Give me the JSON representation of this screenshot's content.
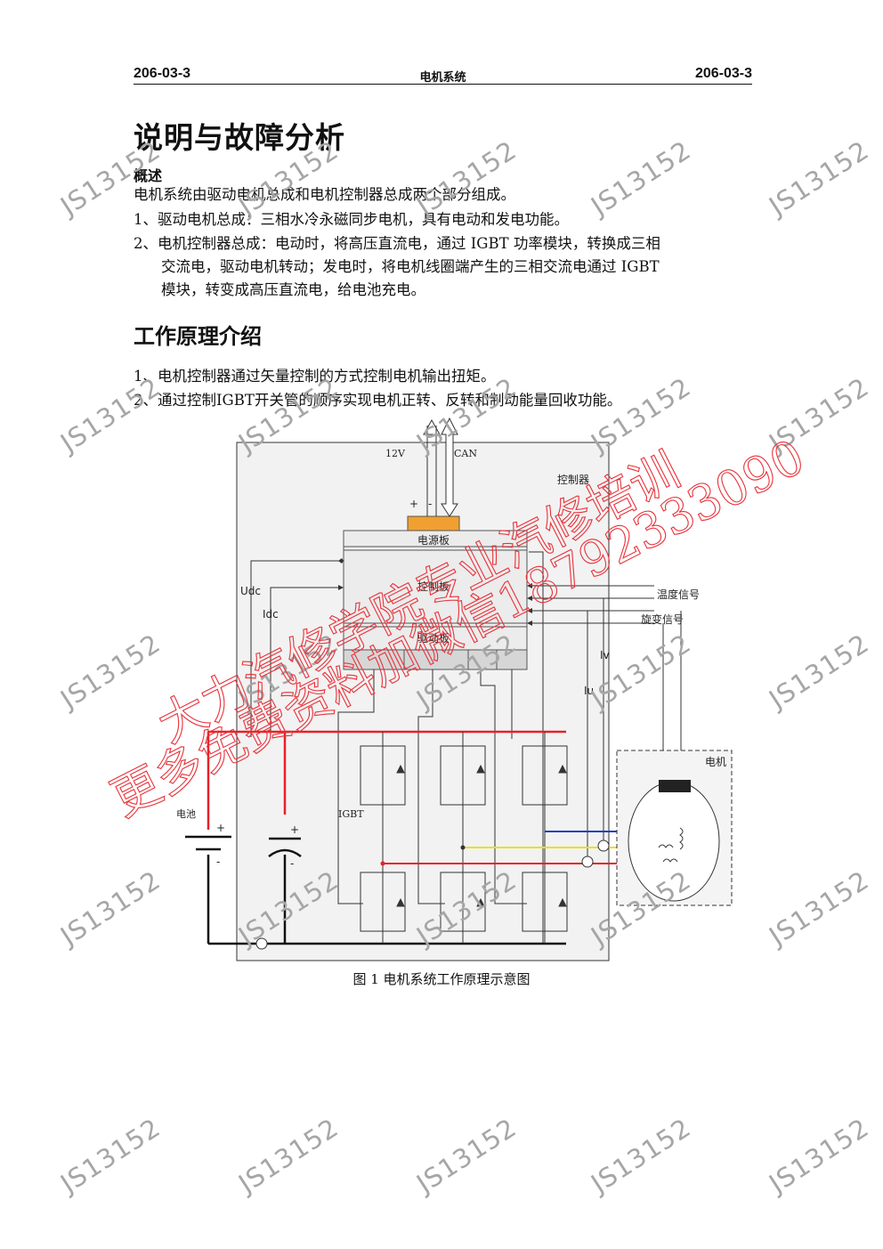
{
  "header": {
    "left": "206-03-3",
    "center": "电机系统",
    "right": "206-03-3"
  },
  "title": "说明与故障分析",
  "overview": {
    "heading": "概述",
    "intro": "电机系统由驱动电机总成和电机控制器总成两个部分组成。",
    "item1": "1、驱动电机总成：三相水冷永磁同步电机，具有电动和发电功能。",
    "item2_l1": "2、电机控制器总成：电动时，将高压直流电，通过 IGBT 功率模块，转换成三相",
    "item2_l2": "交流电，驱动电机转动；发电时，将电机线圈端产生的三相交流电通过 IGBT",
    "item2_l3": "模块，转变成高压直流电，给电池充电。"
  },
  "principle": {
    "heading": "工作原理介绍",
    "item1": "1、电机控制器通过矢量控制的方式控制电机输出扭矩。",
    "item2": "2、通过控制IGBT开关管的顺序实现电机正转、反转和制动能量回收功能。"
  },
  "diagram": {
    "label_12v": "12V",
    "label_can": "CAN",
    "label_plus": "+",
    "label_minus": "-",
    "label_controller": "控制器",
    "label_power_board": "电源板",
    "label_control_board": "控制板",
    "label_drive_board": "驱动板",
    "label_udc": "Udc",
    "label_idc": "Idc",
    "label_temp": "温度信号",
    "label_resolver": "旋变信号",
    "label_iv": "Iv",
    "label_iu": "Iu",
    "label_motor": "电机",
    "label_battery": "电池",
    "label_igbt": "IGBT",
    "bat_plus": "+",
    "bat_minus": "-",
    "cap_plus": "+",
    "cap_minus": "-"
  },
  "caption": "图 1  电机系统工作原理示意图",
  "watermark": "JS13152",
  "overlay": {
    "line1": "大力汽修学院专业汽修培训",
    "line2": "更多免费资料加微信18792333090"
  },
  "colors": {
    "bus_red": "#e8202a",
    "phase_blue": "#2040c0",
    "phase_yellow": "#e8e020",
    "power_board_orange": "#f0a030"
  }
}
